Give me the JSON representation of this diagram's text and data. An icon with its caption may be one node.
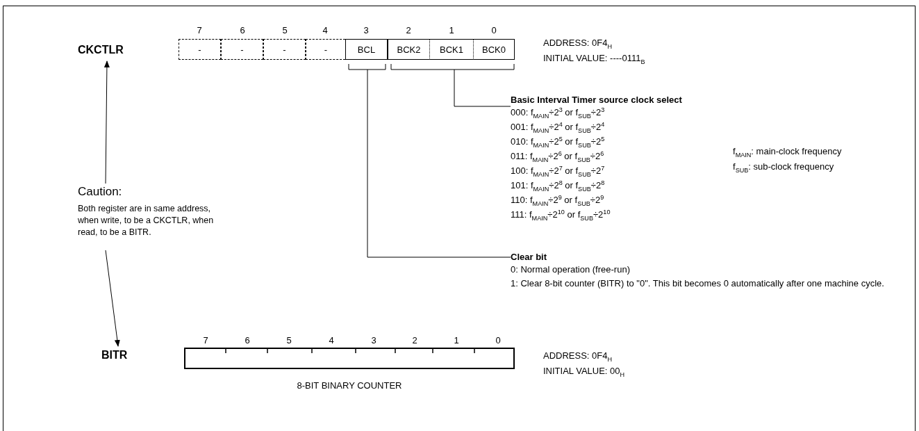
{
  "diagram": {
    "nodes": [
      {
        "text": [
          "CKCTLR"
        ]
      },
      {
        "text": [
          "-"
        ]
      },
      {
        "text": [
          "-"
        ]
      },
      {
        "text": [
          "-"
        ]
      },
      {
        "text": [
          "-"
        ]
      },
      {
        "text": [
          "BCL"
        ]
      },
      {
        "text": [
          "BCK2"
        ]
      },
      {
        "text": [
          "BCK1"
        ]
      },
      {
        "text": [
          "BCK0"
        ]
      },
      {
        "text": [
          "Basic Interval Timer source clock select",
          "000: f$_{MAIN}$÷2$^{3}$ or f$_{SUB}$÷2$^{3}$",
          "001: f$_{MAIN}$÷2$^{4}$ or f$_{SUB}$÷2$^{4}$",
          "010: f$_{MAIN}$÷2$^{5}$ or f$_{SUB}$÷2$^{5}$",
          "011: f$_{MAIN}$÷2$^{6}$ or f$_{SUB}$÷2$^{6}$",
          "100: f$_{MAIN}$÷2$^{7}$ or f$_{SUB}$÷2$^{7}$",
          "101: f$_{MAIN}$÷2$^{8}$ or f$_{SUB}$÷2$^{8}$",
          "110: f$_{MAIN}$÷2$^{9}$ or f$_{SUB}$÷2$^{9}$",
          "111: f$_{MAIN}$÷2$^{10}$ or f$_{SUB}$÷2$^{10}$"
        ]
      },
      {
        "text": [
          "Clear bit",
          "0: Normal operation (free-run)",
          "1: Clear 8-bit counter (BITR) to \"0\". This bit becomes 0 automatically after one machine cycle."
        ]
      },
      {
        "text": [
          "Caution:",
          "Both register are in same address, when write, to be a CKCTLR, when read, to be a BITR."
        ]
      },
      {
        "text": [
          "BITR"
        ]
      },
      {
        "text": [],
        "shape": "box",
        "beside": [
          "8-BIT BINARY COUNTER"
        ]
      }
    ],
    "edges": [
      {
        "from": 9,
        "to": 6,
        "arrow": "none"
      },
      {
        "from": 9,
        "to": 7,
        "arrow": "none"
      },
      {
        "from": 9,
        "to": 8,
        "arrow": "none"
      },
      {
        "from": 10,
        "to": 5,
        "arrow": "none"
      },
      {
        "from": 11,
        "to": 0,
        "arrow": "to"
      },
      {
        "from": 11,
        "to": 12,
        "arrow": "to"
      }
    ],
    "labels": [
      "7",
      "6",
      "5",
      "4",
      "3",
      "2",
      "1",
      "0",
      "ADDRESS: 0F4$_{H}$",
      "INITIAL VALUE: ----0111$_{B}$",
      "f$_{MAIN}$: main-clock frequency",
      "f$_{SUB}$: sub-clock frequency",
      "7",
      "6",
      "5",
      "4",
      "3",
      "2",
      "1",
      "0",
      "ADDRESS: 0F4$_{H}$",
      "INITIAL VALUE: 00$_{H}$"
    ]
  }
}
